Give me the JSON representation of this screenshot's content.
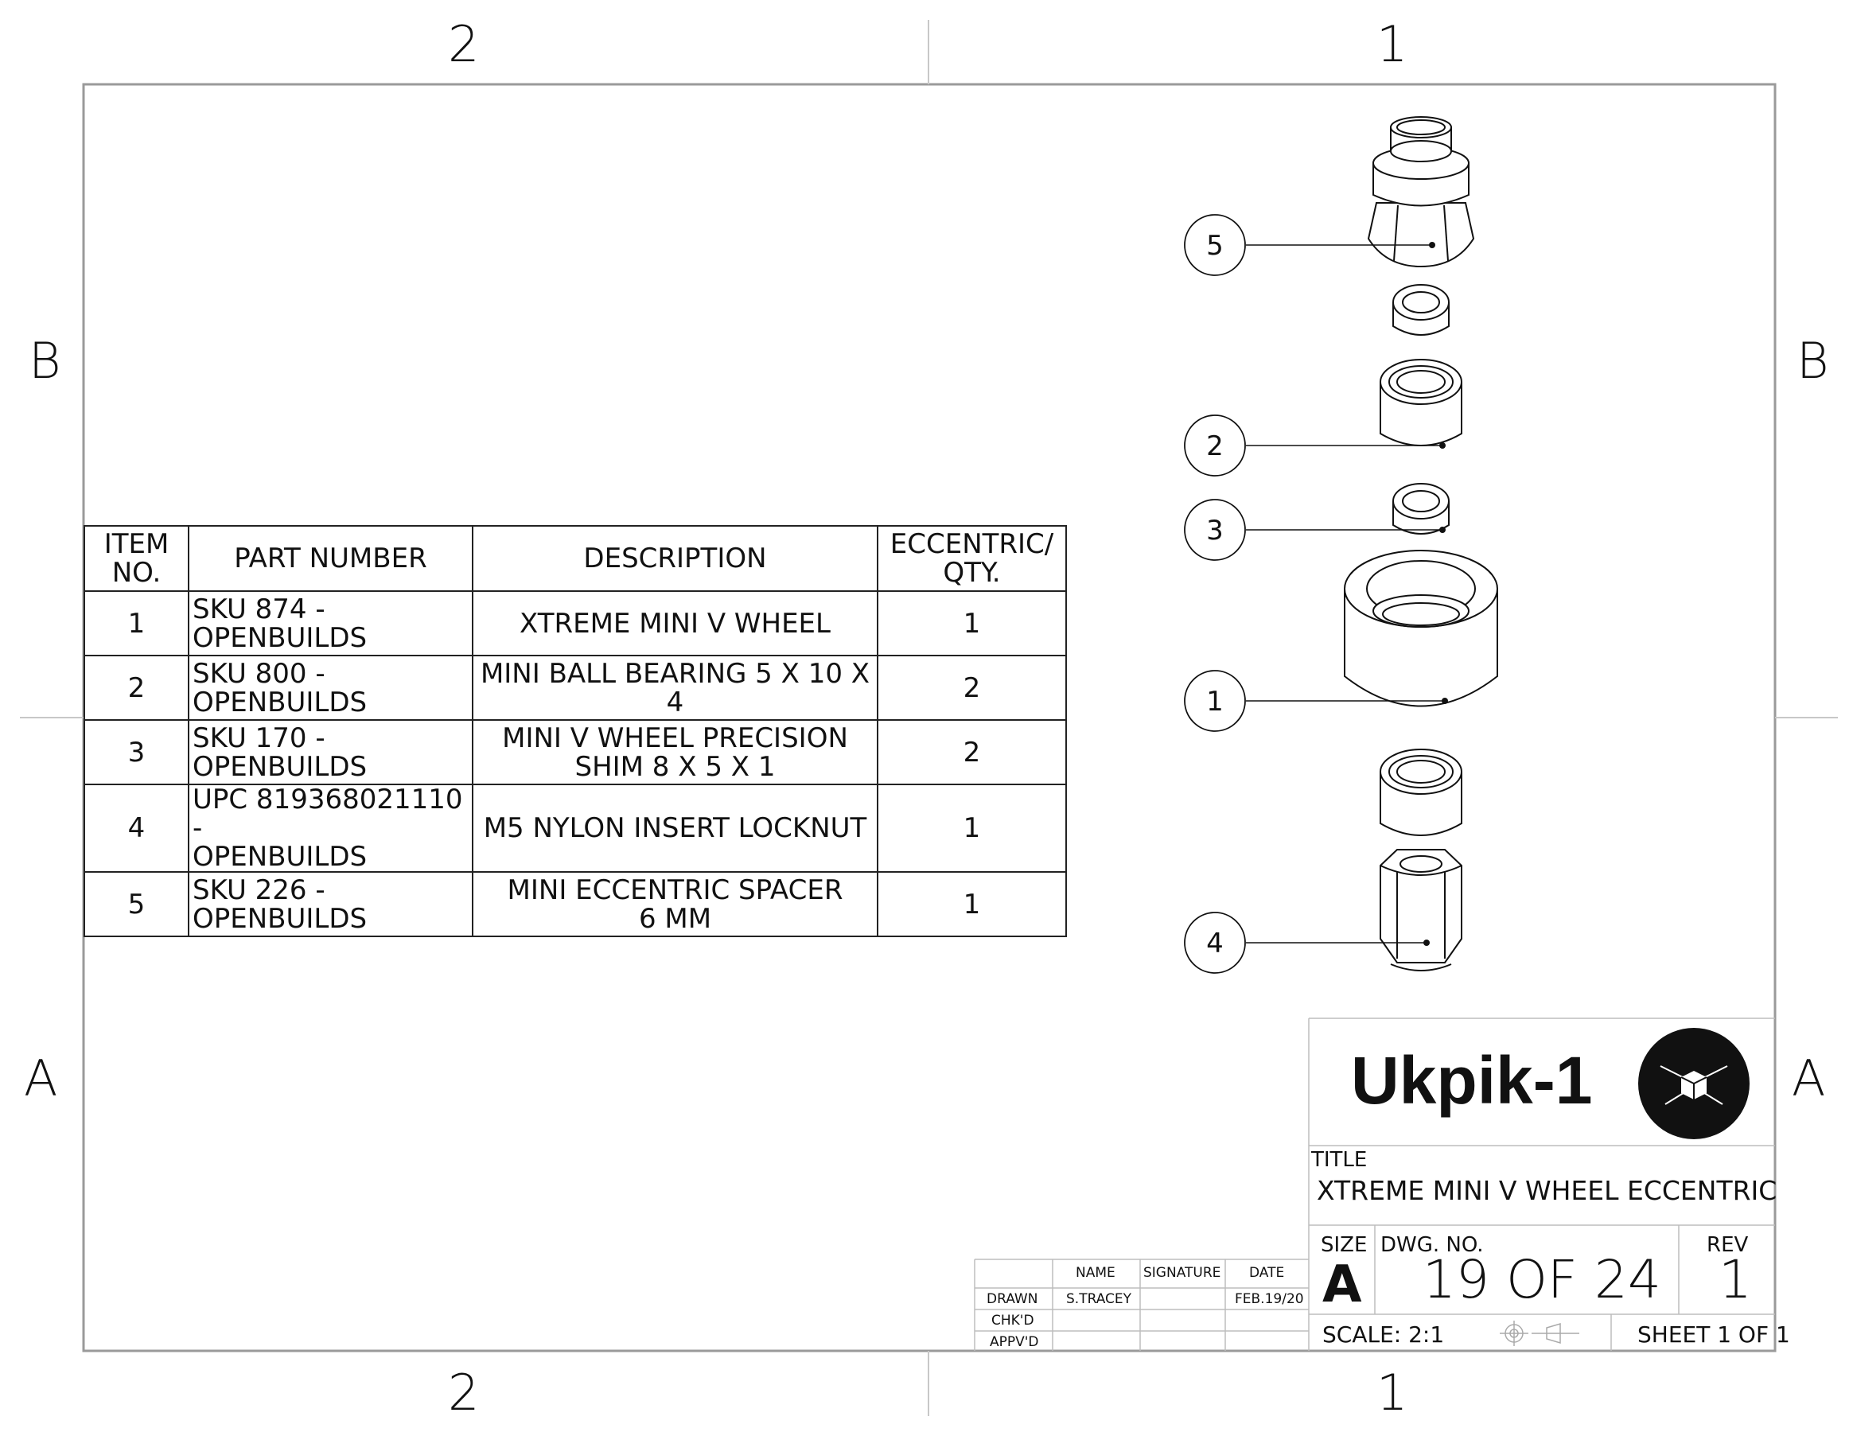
{
  "zones": {
    "top": [
      "2",
      "1"
    ],
    "bottom": [
      "2",
      "1"
    ],
    "left": [
      "B",
      "A"
    ],
    "right": [
      "B",
      "A"
    ]
  },
  "bom": {
    "headers": [
      "ITEM NO.",
      "PART NUMBER",
      "DESCRIPTION",
      "ECCENTRIC/ QTY."
    ],
    "header_lines": [
      [
        "ITEM",
        "NO."
      ],
      [
        "PART NUMBER"
      ],
      [
        "DESCRIPTION"
      ],
      [
        "ECCENTRIC/",
        "QTY."
      ]
    ],
    "rows": [
      {
        "item": "1",
        "part": [
          "SKU 874 -",
          "OPENBUILDS"
        ],
        "desc": [
          "XTREME MINI V WHEEL"
        ],
        "qty": "1"
      },
      {
        "item": "2",
        "part": [
          "SKU 800 -",
          "OPENBUILDS"
        ],
        "desc": [
          "MINI BALL BEARING 5 X 10 X 4"
        ],
        "qty": "2"
      },
      {
        "item": "3",
        "part": [
          "SKU 170 -",
          "OPENBUILDS"
        ],
        "desc": [
          "MINI V WHEEL PRECISION",
          "SHIM 8 X 5 X 1"
        ],
        "qty": "2"
      },
      {
        "item": "4",
        "part": [
          "UPC 819368021110 -",
          "OPENBUILDS"
        ],
        "desc": [
          "M5 NYLON INSERT LOCKNUT"
        ],
        "qty": "1"
      },
      {
        "item": "5",
        "part": [
          "SKU 226 -",
          "OPENBUILDS"
        ],
        "desc": [
          "MINI ECCENTRIC SPACER",
          "6 MM"
        ],
        "qty": "1"
      }
    ]
  },
  "balloons": [
    "5",
    "2",
    "3",
    "1",
    "4"
  ],
  "approval": {
    "headers": [
      "NAME",
      "SIGNATURE",
      "DATE"
    ],
    "rows": [
      {
        "label": "DRAWN",
        "name": "S.TRACEY",
        "signature": "",
        "date": "FEB.19/20"
      },
      {
        "label": "CHK'D",
        "name": "",
        "signature": "",
        "date": ""
      },
      {
        "label": "APPV'D",
        "name": "",
        "signature": "",
        "date": ""
      }
    ]
  },
  "title_block": {
    "logo_text": "Ukpik-1",
    "title_label": "TITLE",
    "title": "XTREME MINI V WHEEL ECCENTRIC",
    "size_label": "SIZE",
    "size": "A",
    "dwg_label": "DWG.  NO.",
    "dwg_no": "19 OF 24",
    "rev_label": "REV",
    "rev": "1",
    "scale": "SCALE: 2:1",
    "sheet": "SHEET 1 OF 1"
  },
  "colors": {
    "line": "#222222",
    "logo_bg": "#111111",
    "logo_fg": "#ffffff"
  }
}
